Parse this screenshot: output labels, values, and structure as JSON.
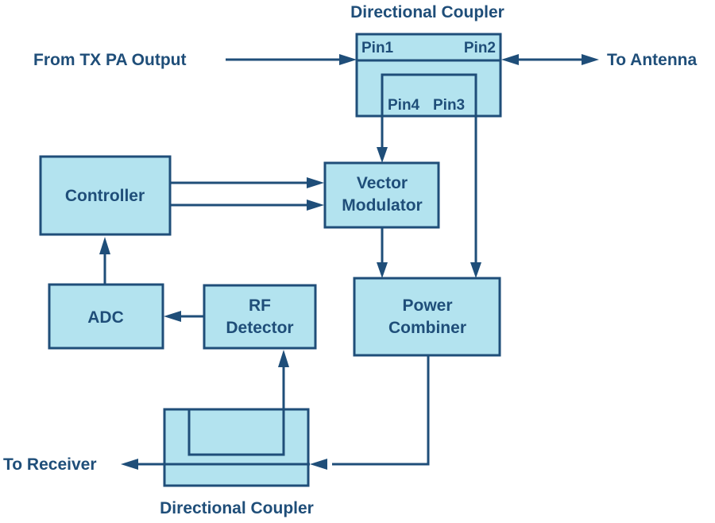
{
  "diagram": {
    "title_top": "Directional Coupler",
    "title_bottom": "Directional Coupler",
    "labels": {
      "tx_input": "From TX PA Output",
      "antenna": "To Antenna",
      "receiver": "To Receiver"
    },
    "pins": {
      "pin1": "Pin1",
      "pin2": "Pin2",
      "pin3": "Pin3",
      "pin4": "Pin4"
    },
    "blocks": {
      "controller": [
        "Controller"
      ],
      "vector_modulator": [
        "Vector",
        "Modulator"
      ],
      "adc": [
        "ADC"
      ],
      "rf_detector": [
        "RF",
        "Detector"
      ],
      "power_combiner": [
        "Power",
        "Combiner"
      ]
    },
    "colors": {
      "box_fill": "#b3e3ef",
      "stroke": "#1f4e79"
    }
  }
}
